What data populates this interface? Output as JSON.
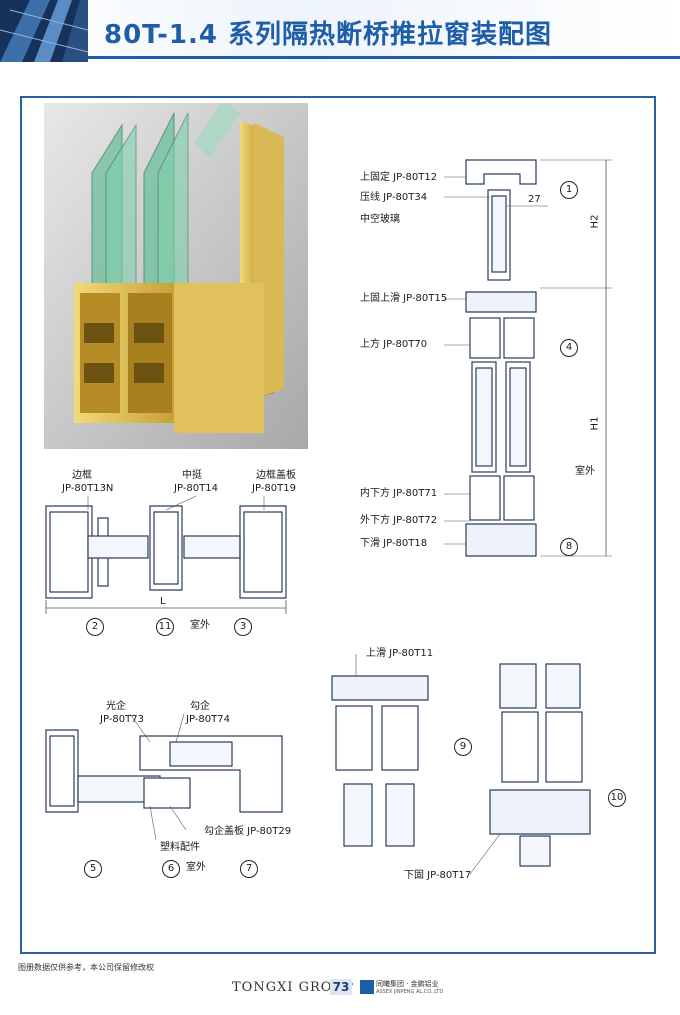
{
  "header": {
    "title": "80T-1.4 系列隔热断桥推拉窗装配图"
  },
  "colors": {
    "brand_blue": "#1e5ea8",
    "frame_blue": "#2c5f9e",
    "profile_gold": "#c9a43a",
    "glass_green": "#6fbf9c"
  },
  "diagram_right": {
    "labels": {
      "t12": "上固定 JP-80T12",
      "t34": "压线 JP-80T34",
      "glass": "中空玻璃",
      "t15": "上固上滑 JP-80T15",
      "t70": "上方 JP-80T70",
      "t71": "内下方 JP-80T71",
      "t72": "外下方 JP-80T72",
      "t18": "下滑 JP-80T18",
      "outdoor": "室外"
    },
    "dims": {
      "d27": "27",
      "h1": "H1",
      "h2": "H2"
    },
    "nums": {
      "n1": "1",
      "n4": "4",
      "n8": "8"
    }
  },
  "diagram_mid": {
    "labels": {
      "frame": "边框",
      "frame_code": "JP-80T13N",
      "center": "中挺",
      "center_code": "JP-80T14",
      "cover": "边框盖板",
      "cover_code": "JP-80T19",
      "L": "L",
      "outdoor": "室外"
    },
    "nums": {
      "n2": "2",
      "n11": "11",
      "n3": "3"
    }
  },
  "diagram_bottom": {
    "labels": {
      "light": "光企",
      "light_code": "JP-80T73",
      "hook": "勾企",
      "hook_code": "JP-80T74",
      "hook_cover": "勾企盖板 JP-80T29",
      "plastic": "塑料配件",
      "outdoor": "室外",
      "t11": "上滑 JP-80T11",
      "t17": "下固 JP-80T17"
    },
    "nums": {
      "n5": "5",
      "n6": "6",
      "n7": "7",
      "n9": "9",
      "n10": "10"
    }
  },
  "footer": {
    "note": "图册数据仅供参考，本公司保留修改权",
    "brand": "TONGXI GROUP",
    "page": "73",
    "company_cn": "同曦集团 · 金鹏铝业",
    "company_en": "ASSEX JINPENG AL.CO.,LTD"
  }
}
